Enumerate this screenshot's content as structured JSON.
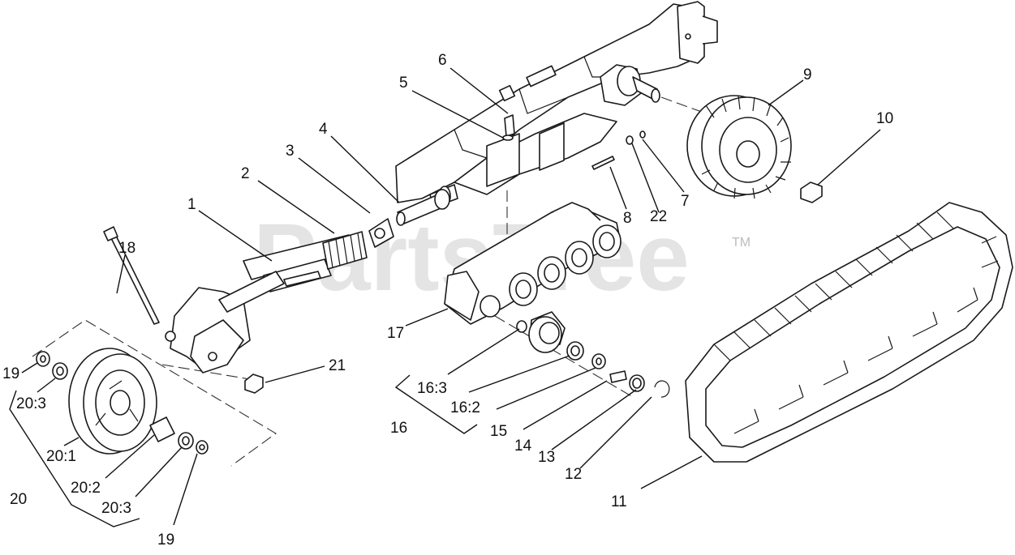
{
  "watermark": {
    "text": "PartsTree",
    "trademark": "TM"
  },
  "callouts": [
    {
      "id": "c1",
      "text": "1"
    },
    {
      "id": "c2",
      "text": "2"
    },
    {
      "id": "c3",
      "text": "3"
    },
    {
      "id": "c4",
      "text": "4"
    },
    {
      "id": "c5",
      "text": "5"
    },
    {
      "id": "c6",
      "text": "6"
    },
    {
      "id": "c7",
      "text": "7"
    },
    {
      "id": "c8",
      "text": "8"
    },
    {
      "id": "c9",
      "text": "9"
    },
    {
      "id": "c10",
      "text": "10"
    },
    {
      "id": "c11",
      "text": "11"
    },
    {
      "id": "c12",
      "text": "12"
    },
    {
      "id": "c13",
      "text": "13"
    },
    {
      "id": "c14",
      "text": "14"
    },
    {
      "id": "c15",
      "text": "15"
    },
    {
      "id": "c16",
      "text": "16"
    },
    {
      "id": "c16_2",
      "text": "16:2"
    },
    {
      "id": "c16_3",
      "text": "16:3"
    },
    {
      "id": "c17",
      "text": "17"
    },
    {
      "id": "c18",
      "text": "18"
    },
    {
      "id": "c19a",
      "text": "19"
    },
    {
      "id": "c19b",
      "text": "19"
    },
    {
      "id": "c20",
      "text": "20"
    },
    {
      "id": "c20_1",
      "text": "20:1"
    },
    {
      "id": "c20_2",
      "text": "20:2"
    },
    {
      "id": "c20_3a",
      "text": "20:3"
    },
    {
      "id": "c20_3b",
      "text": "20:3"
    },
    {
      "id": "c21",
      "text": "21"
    },
    {
      "id": "c22",
      "text": "22"
    }
  ]
}
